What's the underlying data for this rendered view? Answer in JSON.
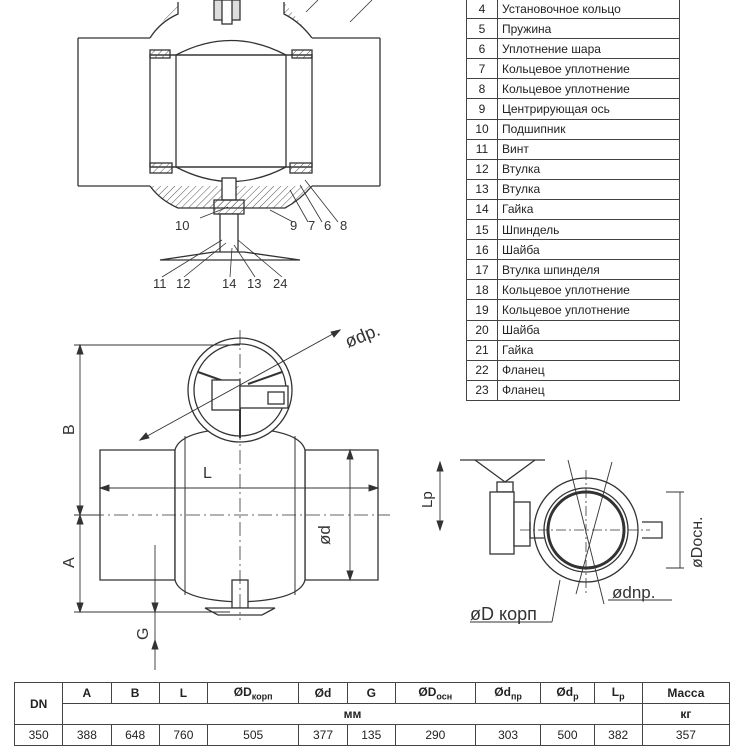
{
  "parts_list": [
    {
      "no": "4",
      "name": "Установочное кольцо"
    },
    {
      "no": "5",
      "name": "Пружина"
    },
    {
      "no": "6",
      "name": "Уплотнение шара"
    },
    {
      "no": "7",
      "name": "Кольцевое уплотнение"
    },
    {
      "no": "8",
      "name": "Кольцевое уплотнение"
    },
    {
      "no": "9",
      "name": "Центрирующая ось"
    },
    {
      "no": "10",
      "name": "Подшипник"
    },
    {
      "no": "11",
      "name": "Винт"
    },
    {
      "no": "12",
      "name": "Втулка"
    },
    {
      "no": "13",
      "name": "Втулка"
    },
    {
      "no": "14",
      "name": "Гайка"
    },
    {
      "no": "15",
      "name": "Шпиндель"
    },
    {
      "no": "16",
      "name": "Шайба"
    },
    {
      "no": "17",
      "name": "Втулка шпинделя"
    },
    {
      "no": "18",
      "name": "Кольцевое уплотнение"
    },
    {
      "no": "19",
      "name": "Кольцевое уплотнение"
    },
    {
      "no": "20",
      "name": "Шайба"
    },
    {
      "no": "21",
      "name": "Гайка"
    },
    {
      "no": "22",
      "name": "Фланец"
    },
    {
      "no": "23",
      "name": "Фланец"
    }
  ],
  "section_callouts": {
    "right": [
      "9",
      "7",
      "6",
      "8"
    ],
    "left": "10",
    "bottom": [
      "11",
      "12",
      "14",
      "13",
      "24"
    ]
  },
  "dimension_labels": {
    "B": "B",
    "A": "A",
    "L": "L",
    "G": "G",
    "d": "ød",
    "dp": "ødp.",
    "Lp": "Lp",
    "Dkorp": "øD корп",
    "dnp": "ødnp.",
    "Dosn": "øDосн."
  },
  "spec_table": {
    "headers": [
      {
        "base": "DN",
        "sub": ""
      },
      {
        "base": "A",
        "sub": ""
      },
      {
        "base": "B",
        "sub": ""
      },
      {
        "base": "L",
        "sub": ""
      },
      {
        "base": "ØD",
        "sub": "корп"
      },
      {
        "base": "Ød",
        "sub": ""
      },
      {
        "base": "G",
        "sub": ""
      },
      {
        "base": "ØD",
        "sub": "осн"
      },
      {
        "base": "Ød",
        "sub": "пр"
      },
      {
        "base": "Ød",
        "sub": "р"
      },
      {
        "base": "L",
        "sub": "р"
      },
      {
        "base": "Масса",
        "sub": ""
      }
    ],
    "unit_mm": "мм",
    "unit_kg": "кг",
    "rows": [
      [
        "350",
        "388",
        "648",
        "760",
        "505",
        "377",
        "135",
        "290",
        "303",
        "500",
        "382",
        "357"
      ]
    ]
  }
}
